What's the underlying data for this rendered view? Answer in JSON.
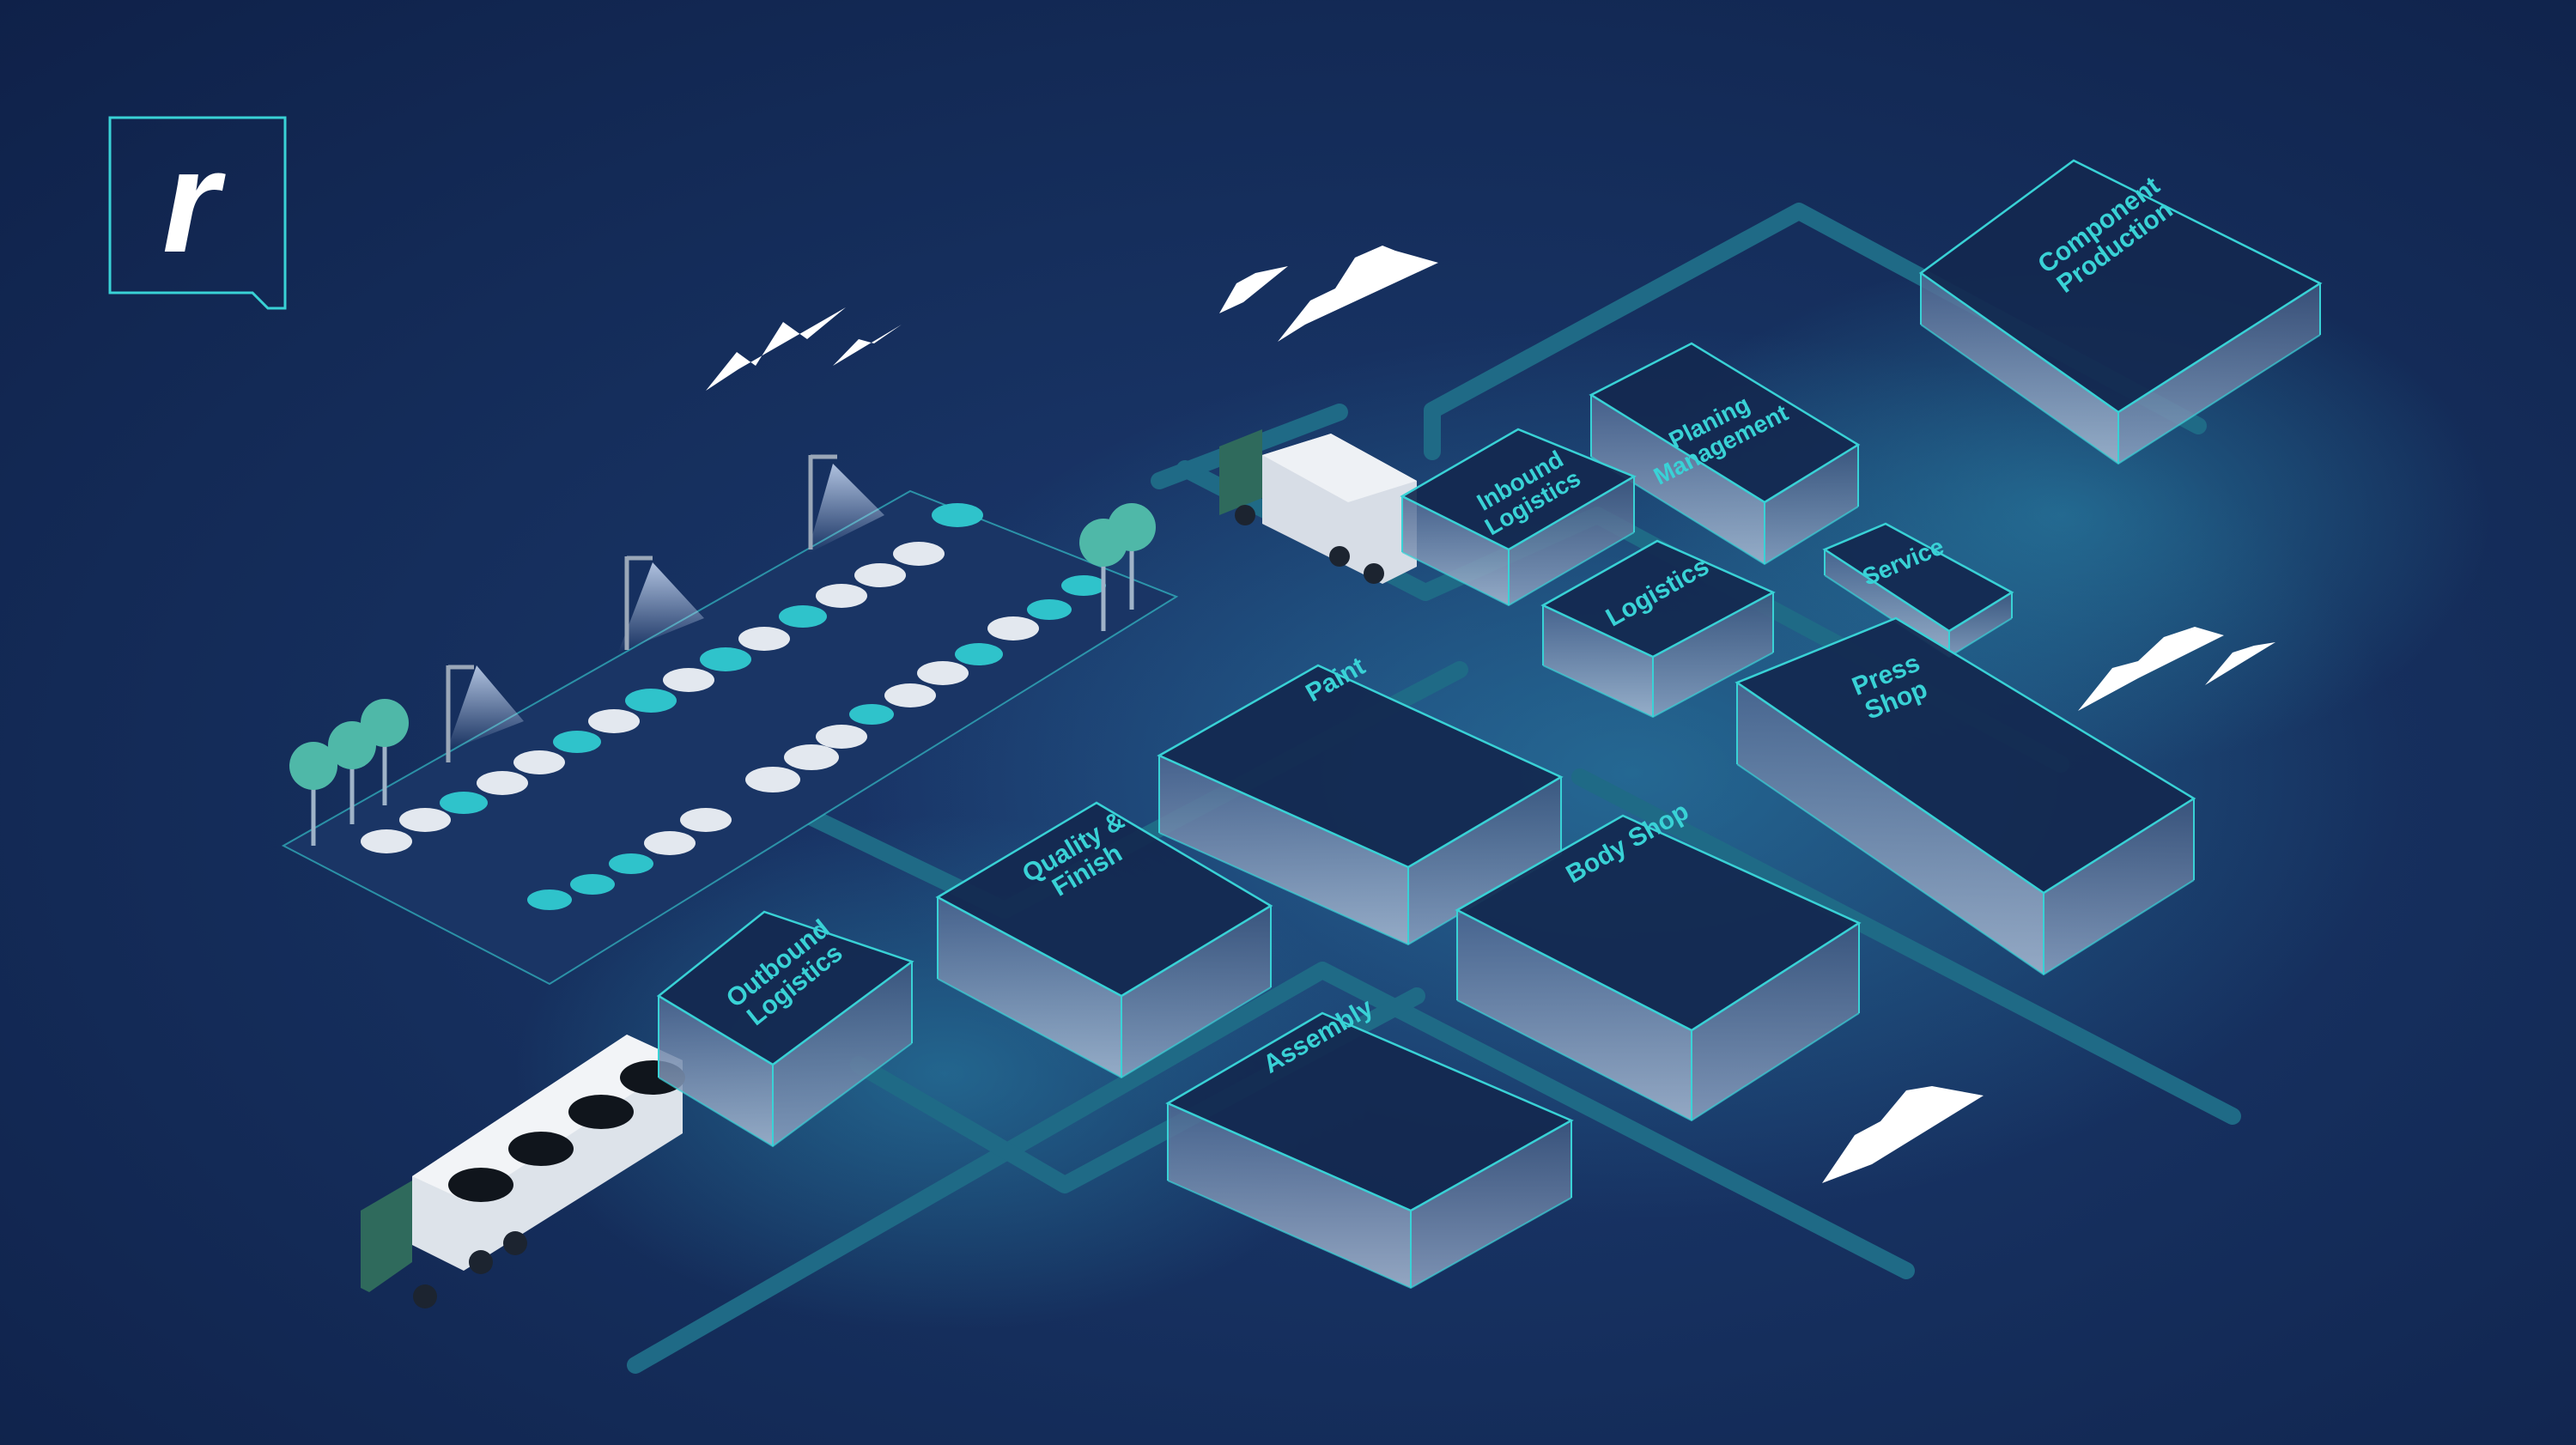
{
  "brand": {
    "logo_letter": "r"
  },
  "colors": {
    "background": "#16305f",
    "accent": "#39d2d6",
    "box_top": "#14284f",
    "box_wall": "#8aa0bf",
    "road": "#1f6a86"
  },
  "departments": [
    {
      "id": "component-production",
      "lines": [
        "Component",
        "Production"
      ]
    },
    {
      "id": "planing-management",
      "lines": [
        "Planing",
        "Management"
      ]
    },
    {
      "id": "inbound-logistics",
      "lines": [
        "Inbound",
        "Logistics"
      ]
    },
    {
      "id": "logistics",
      "lines": [
        "Logistics"
      ]
    },
    {
      "id": "service",
      "lines": [
        "Service"
      ]
    },
    {
      "id": "press-shop",
      "lines": [
        "Press",
        "Shop"
      ]
    },
    {
      "id": "paint",
      "lines": [
        "Paint"
      ]
    },
    {
      "id": "body-shop",
      "lines": [
        "Body Shop"
      ]
    },
    {
      "id": "quality-finish",
      "lines": [
        "Quality &",
        "Finish"
      ]
    },
    {
      "id": "outbound-logistics",
      "lines": [
        "Outbound",
        "Logistics"
      ]
    },
    {
      "id": "assembly",
      "lines": [
        "Assembly"
      ]
    }
  ],
  "icons": [
    "logo-icon",
    "truck-icon",
    "car-icon",
    "tree-icon",
    "street-lamp-icon",
    "mountain-icon",
    "robot-arm-icon",
    "fan-icon"
  ]
}
